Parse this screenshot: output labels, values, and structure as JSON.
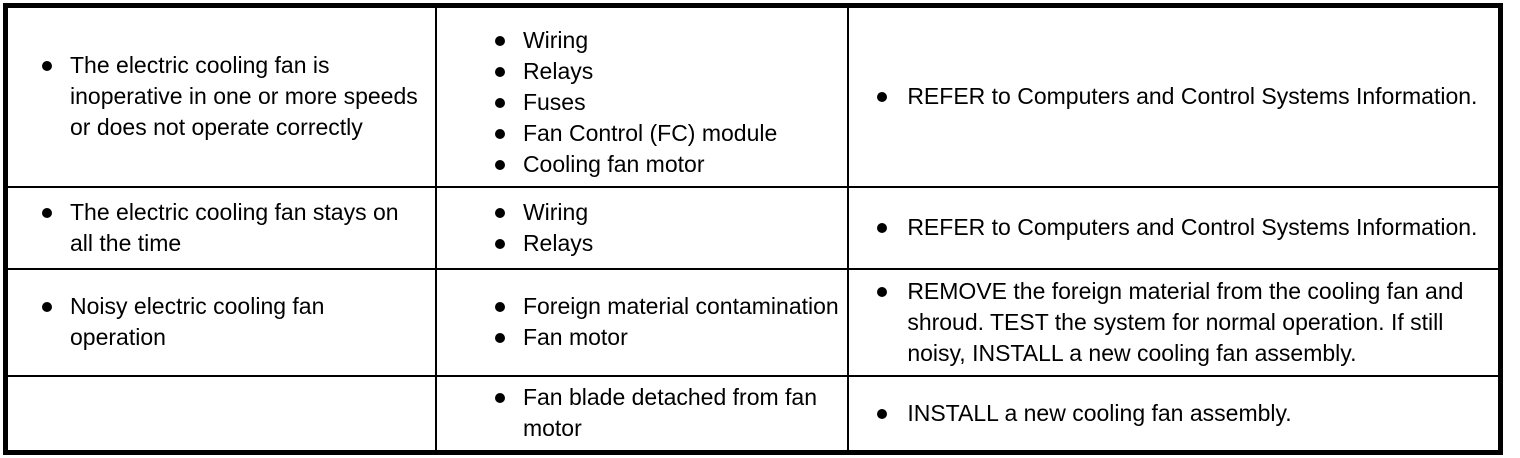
{
  "table": {
    "rows": [
      {
        "symptom": [
          "The electric cooling fan is inoperative in one or more speeds or does not operate correctly"
        ],
        "causes": [
          "Wiring",
          "Relays",
          "Fuses",
          "Fan Control (FC) module",
          "Cooling fan motor"
        ],
        "actions": [
          "REFER to Computers and Control Systems Information."
        ]
      },
      {
        "symptom": [
          "The electric cooling fan stays on all the time"
        ],
        "causes": [
          "Wiring",
          "Relays"
        ],
        "actions": [
          "REFER to Computers and Control Systems Information."
        ]
      },
      {
        "symptom": [
          "Noisy electric cooling fan operation"
        ],
        "causes": [
          "Foreign material contamination",
          "Fan motor"
        ],
        "actions": [
          "REMOVE the foreign material from the cooling fan and shroud. TEST the system for normal operation. If still noisy, INSTALL a new cooling fan assembly."
        ]
      },
      {
        "symptom": [],
        "causes": [
          "Fan blade detached from fan motor"
        ],
        "actions": [
          "INSTALL a new cooling fan assembly."
        ]
      }
    ]
  },
  "style": {
    "text_color": "#000000",
    "background_color": "#ffffff",
    "border_color": "#000000"
  }
}
